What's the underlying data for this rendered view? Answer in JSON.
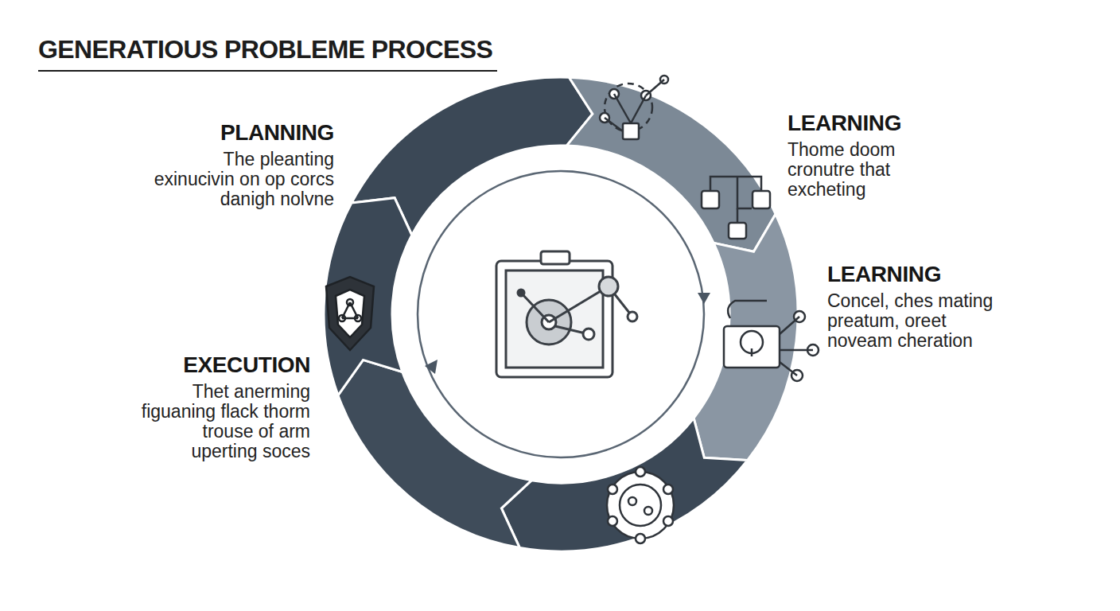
{
  "diagram": {
    "title": "GENERATIOUS PROBLEME PROCESS",
    "nodes": [
      {
        "text": [
          "PLANNING",
          "The pleanting exinucivin on op corcs danigh nolvne"
        ]
      },
      {
        "text": [
          "LEARNING",
          "Thome doom cronutre that excheting"
        ]
      },
      {
        "text": [
          "LEARNING",
          "Concel, ches mating preatum, oreet noveam cheration"
        ]
      },
      {
        "text": [
          "EXECUTION",
          "Thet anerming figuaning flack thorm trouse of arm uperting soces"
        ]
      }
    ]
  }
}
